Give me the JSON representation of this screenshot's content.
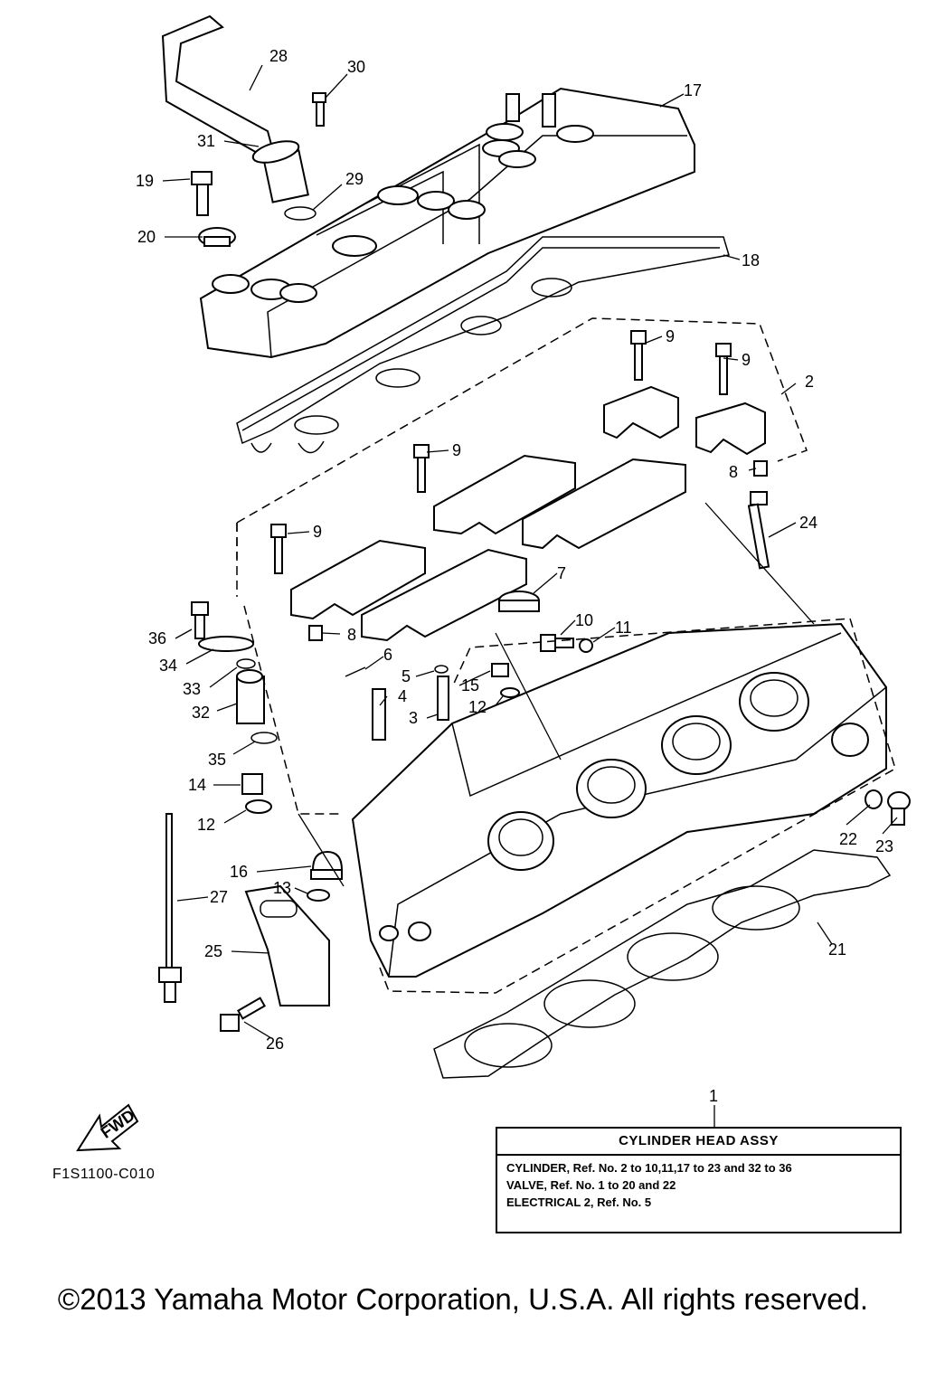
{
  "diagram": {
    "fwd_label": "FWD",
    "callouts": [
      "1",
      "2",
      "3",
      "4",
      "5",
      "6",
      "7",
      "8",
      "8",
      "9",
      "9",
      "9",
      "9",
      "10",
      "11",
      "12",
      "12",
      "13",
      "14",
      "15",
      "16",
      "17",
      "18",
      "19",
      "20",
      "21",
      "22",
      "23",
      "24",
      "25",
      "26",
      "27",
      "28",
      "29",
      "30",
      "31",
      "32",
      "33",
      "34",
      "35",
      "36"
    ]
  },
  "legend": {
    "title": "CYLINDER HEAD ASSY",
    "lines": [
      "CYLINDER, Ref. No. 2 to 10,11,17 to 23 and 32 to 36",
      "VALVE, Ref. No. 1 to 20 and 22",
      "ELECTRICAL 2, Ref. No. 5"
    ]
  },
  "figure_code": "F1S1100-C010",
  "copyright": "©2013 Yamaha Motor Corporation, U.S.A. All rights reserved."
}
